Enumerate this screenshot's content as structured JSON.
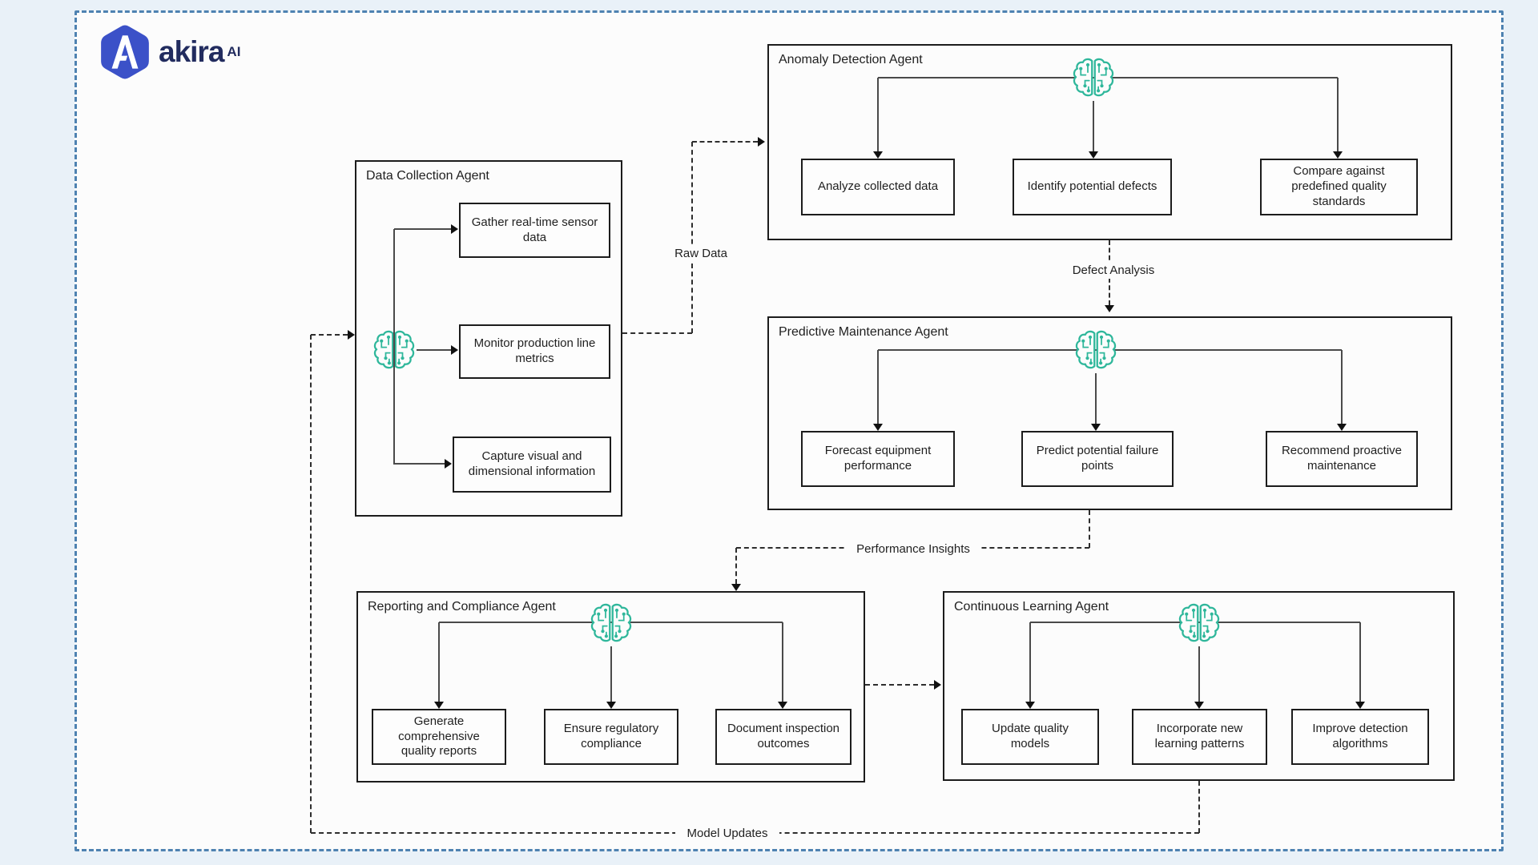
{
  "logo": {
    "brand": "akira",
    "superscript": "AI"
  },
  "colors": {
    "frame_border": "#4e82b1",
    "page_background": "#e9f1f8",
    "canvas_background": "#fcfcfc",
    "box_border": "#1c1c1c",
    "line": "#4a4a4a",
    "brain_icon": "#2fb79b",
    "logo_hexagon": "#3b51c8",
    "logo_text": "#222c5f"
  },
  "agents": [
    {
      "title": "Data Collection Agent",
      "tasks": [
        "Gather real-time sensor data",
        "Monitor production line metrics",
        "Capture visual and dimensional information"
      ]
    },
    {
      "title": "Anomaly Detection Agent",
      "tasks": [
        "Analyze collected data",
        "Identify potential defects",
        "Compare against predefined quality standards"
      ]
    },
    {
      "title": "Predictive Maintenance Agent",
      "tasks": [
        "Forecast equipment performance",
        "Predict potential failure points",
        "Recommend proactive maintenance"
      ]
    },
    {
      "title": "Reporting and Compliance Agent",
      "tasks": [
        "Generate comprehensive quality reports",
        "Ensure regulatory compliance",
        "Document inspection outcomes"
      ]
    },
    {
      "title": "Continuous Learning Agent",
      "tasks": [
        "Update quality models",
        "Incorporate new learning patterns",
        "Improve detection algorithms"
      ]
    }
  ],
  "connectors": [
    {
      "label": "Raw Data"
    },
    {
      "label": "Defect Analysis"
    },
    {
      "label": "Performance Insights"
    },
    {
      "label": "Model Updates"
    }
  ]
}
